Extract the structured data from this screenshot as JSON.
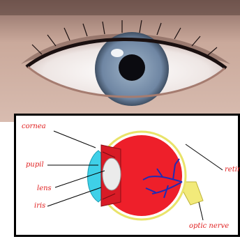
{
  "labels": {
    "cornea": "cornea",
    "pupil": "pupil",
    "lens": "lens",
    "iris": "iris",
    "retina": "retina",
    "optic_nerve": "optic nerve"
  },
  "colors": {
    "label_text": "#e02020",
    "eyeball_fill": "#ee1f2a",
    "cornea_fill": "#3fd0e8",
    "lens_fill": "#ebebeb",
    "vessels": "#1f2bb5",
    "optic_nerve_fill": "#f2ea7a",
    "sclera_outline": "#e9e36a",
    "iris_eye_photo": "#7f96b2",
    "skin": "#c9a79a"
  },
  "icons": {
    "photo": "human-eye-photo",
    "diagram": "eyeball-cross-section"
  }
}
